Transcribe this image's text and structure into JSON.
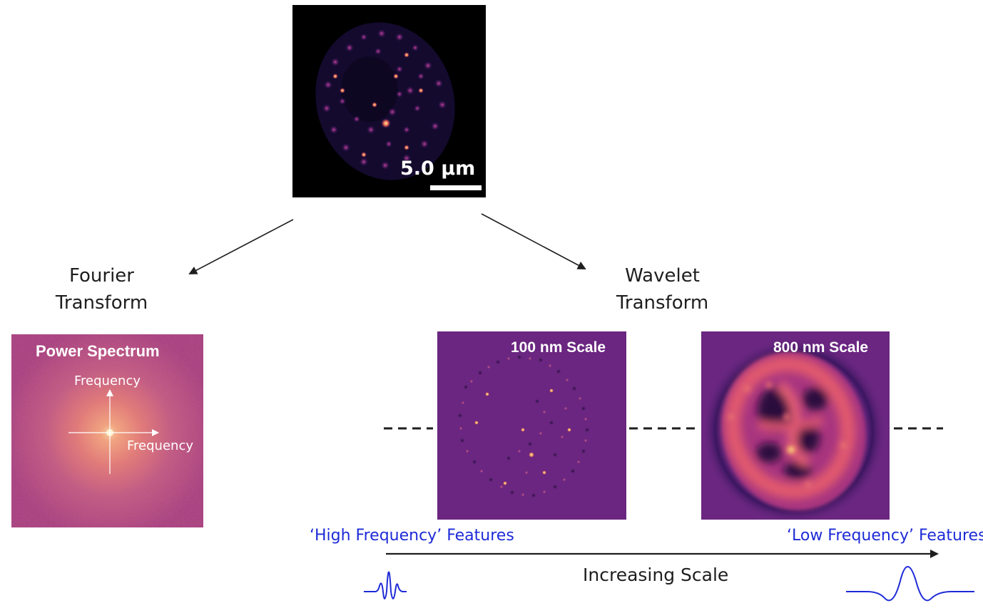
{
  "source_image": {
    "scale_bar_label": "5.0 µm"
  },
  "fourier": {
    "heading_line1": "Fourier",
    "heading_line2": "Transform",
    "panel_title": "Power Spectrum",
    "axis_vertical_label": "Frequency",
    "axis_horizontal_label": "Frequency"
  },
  "wavelet": {
    "heading_line1": "Wavelet",
    "heading_line2": "Transform",
    "panel_small_label": "100 nm Scale",
    "panel_large_label": "800 nm Scale"
  },
  "scale_axis": {
    "left_label": "‘High Frequency’ Features",
    "right_label": "‘Low Frequency’ Features",
    "caption": "Increasing Scale"
  },
  "colors": {
    "label_blue": "#1e2bd6",
    "wavelet_background": "#6a2680",
    "spectrum_background": "#b3487e",
    "image_background": "#000000"
  }
}
